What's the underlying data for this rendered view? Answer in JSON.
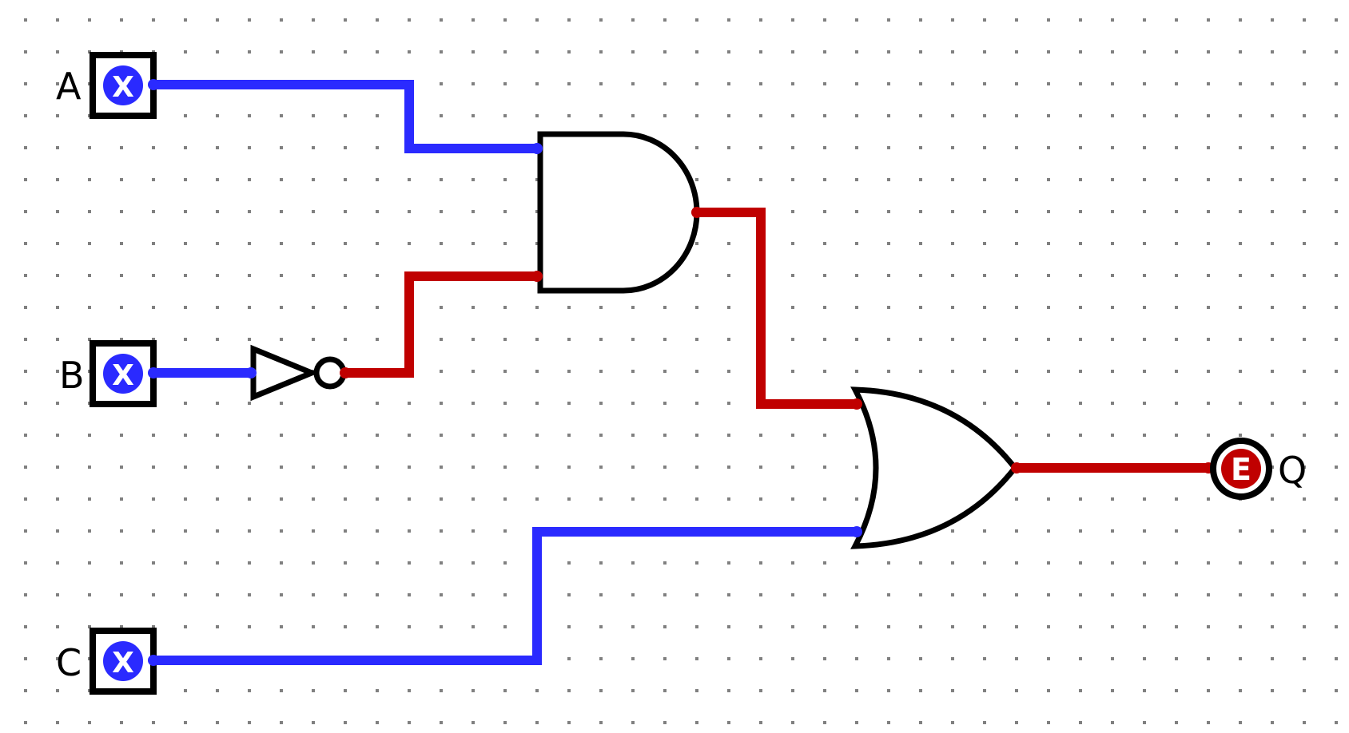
{
  "title": "Logic circuit",
  "colors": {
    "wire_low": "#2a2aff",
    "wire_high": "#c00000",
    "gate_stroke": "#000000",
    "grid_dot": "#808080",
    "background": "#ffffff"
  },
  "inputs": [
    {
      "id": "A",
      "label": "A",
      "symbol": "X",
      "state": "unknown",
      "wire": "low"
    },
    {
      "id": "B",
      "label": "B",
      "symbol": "X",
      "state": "unknown",
      "wire": "low"
    },
    {
      "id": "C",
      "label": "C",
      "symbol": "X",
      "state": "unknown",
      "wire": "low"
    }
  ],
  "gates": [
    {
      "id": "not1",
      "type": "NOT",
      "inputs": [
        "B"
      ]
    },
    {
      "id": "and1",
      "type": "AND",
      "inputs": [
        "A",
        "not1"
      ]
    },
    {
      "id": "or1",
      "type": "OR",
      "inputs": [
        "and1",
        "C"
      ]
    }
  ],
  "outputs": [
    {
      "id": "Q",
      "label": "Q",
      "symbol": "E",
      "source": "or1",
      "state": "error"
    }
  ],
  "wires": [
    {
      "from": "A",
      "to": "and1",
      "signal": "low"
    },
    {
      "from": "B",
      "to": "not1",
      "signal": "low"
    },
    {
      "from": "not1",
      "to": "and1",
      "signal": "high"
    },
    {
      "from": "and1",
      "to": "or1",
      "signal": "high"
    },
    {
      "from": "C",
      "to": "or1",
      "signal": "low"
    },
    {
      "from": "or1",
      "to": "Q",
      "signal": "high"
    }
  ]
}
